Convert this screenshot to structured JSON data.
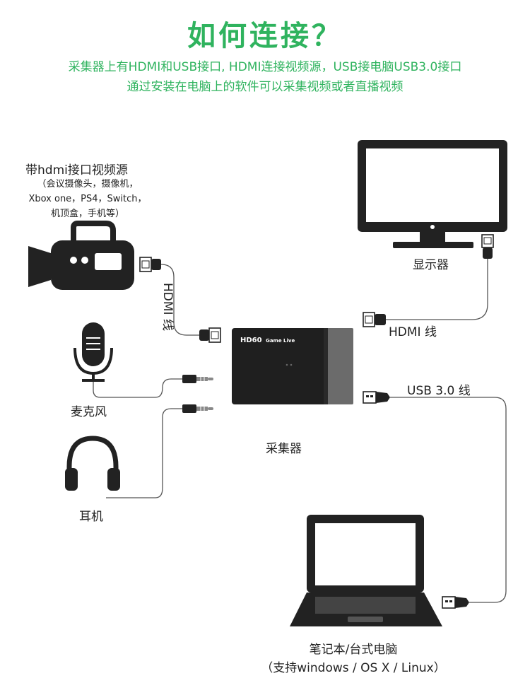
{
  "header": {
    "title": "如何连接？",
    "line1": "采集器上有HDMI和USB接口, HDMI连接视频源，USB接电脑USB3.0接口",
    "line2": "通过安装在电脑上的软件可以采集视频或者直播视频"
  },
  "source": {
    "title": "带hdmi接口视频源",
    "desc_lines": [
      "（会议摄像头，摄像机，",
      "Xbox one，PS4，Switch，",
      "机顶盒，手机等）"
    ]
  },
  "cables": {
    "hdmi_left": "HDMI 线",
    "hdmi_right": "HDMI 线",
    "usb": "USB 3.0 线"
  },
  "devices": {
    "monitor": "显示器",
    "mic": "麦克风",
    "headphones": "耳机",
    "capture": "采集器",
    "capture_brand": "HD60",
    "capture_model": "Game Live",
    "laptop_line1": "笔记本/台式电脑",
    "laptop_line2": "（支持windows / OS X / Linux）"
  },
  "colors": {
    "accent": "#2fb35e",
    "device": "#222222"
  }
}
